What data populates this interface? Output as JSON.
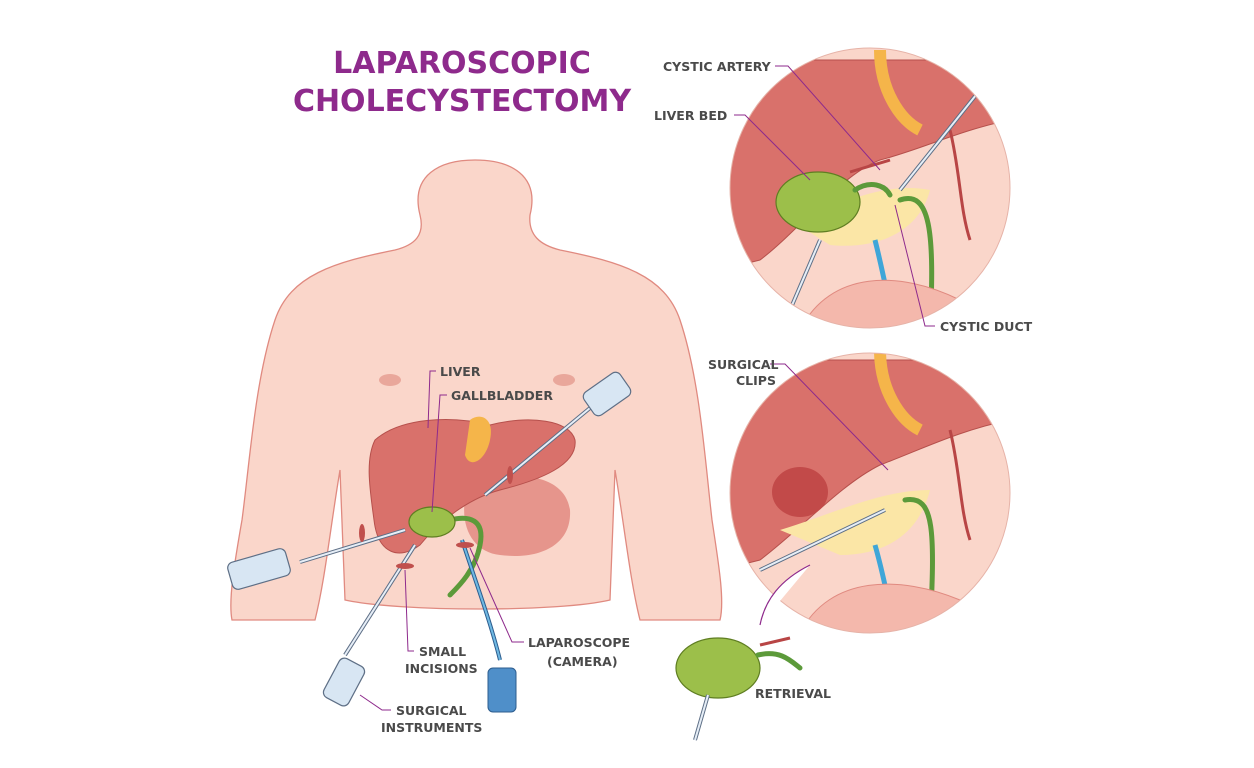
{
  "title": {
    "line1": "LAPAROSCOPIC",
    "line2": "CHOLECYSTECTOMY"
  },
  "labels": {
    "cystic_artery": "CYSTIC ARTERY",
    "liver_bed": "LIVER BED",
    "cystic_duct": "CYSTIC DUCT",
    "surgical_clips_1": "SURGICAL",
    "surgical_clips_2": "CLIPS",
    "retrieval": "RETRIEVAL",
    "liver": "LIVER",
    "gallbladder": "GALLBLADDER",
    "small_incisions_1": "SMALL",
    "small_incisions_2": "INCISIONS",
    "laparoscope_1": "LAPAROSCOPE",
    "laparoscope_2": "(CAMERA)",
    "surgical_instruments_1": "SURGICAL",
    "surgical_instruments_2": "INSTRUMENTS"
  },
  "colors": {
    "title": "#8e2a8c",
    "skin": "#fad6ca",
    "liver": "#d9716b",
    "gallbladder": "#9cbf4a",
    "duct": "#5c9a3a"
  }
}
